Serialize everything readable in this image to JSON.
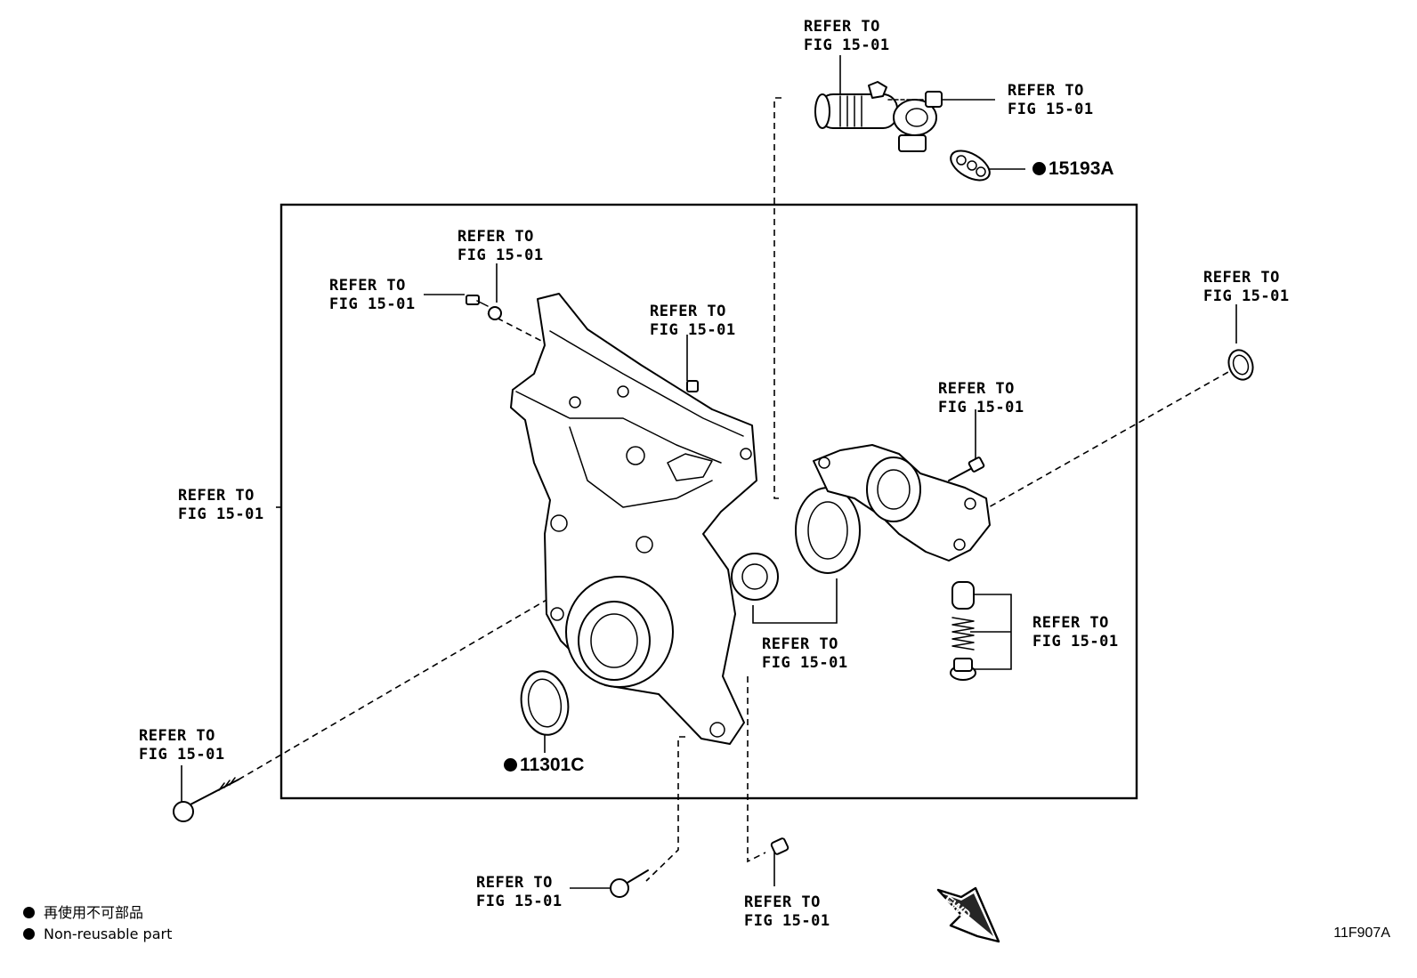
{
  "refer_line1": "REFER TO",
  "refer_line2": "FIG 15-01",
  "part_numbers": {
    "oil_control_gasket": "15193A",
    "front_oil_seal": "11301C"
  },
  "legend": {
    "jp": "再使用不可部品",
    "en": "Non-reusable part",
    "symbol": "filled-circle"
  },
  "fwd_label": "FWD",
  "figure_id": "11F907A",
  "colors": {
    "ink": "#000000",
    "paper": "#ffffff"
  }
}
